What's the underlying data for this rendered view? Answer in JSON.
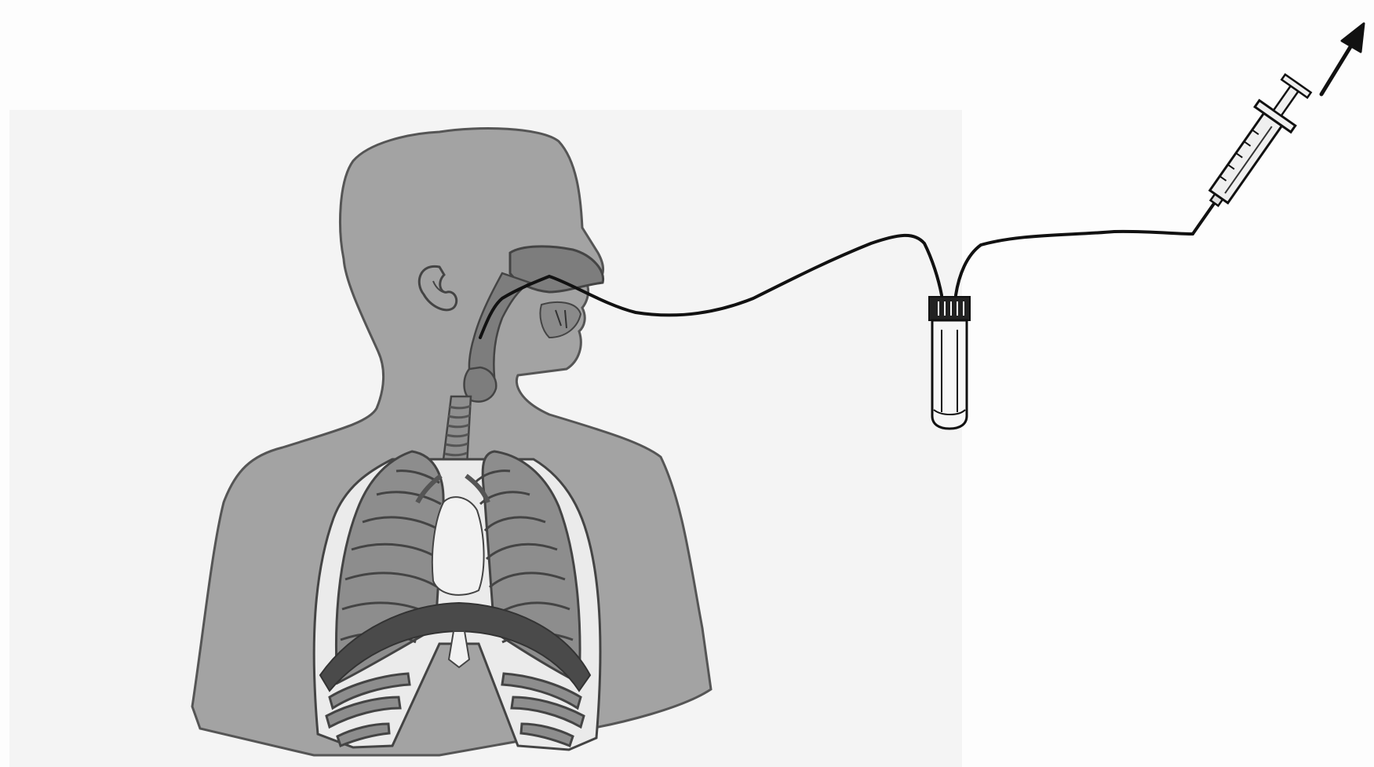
{
  "figure": {
    "background_color": "#fdfdfd",
    "panel_color": "#f4f4f4",
    "components": [
      {
        "name": "human-torso",
        "icon": "respiratory-system-illustration"
      },
      {
        "name": "suction-catheter",
        "icon": "tube-line"
      },
      {
        "name": "specimen-trap",
        "icon": "collection-vial"
      },
      {
        "name": "syringe",
        "icon": "syringe-icon"
      },
      {
        "name": "suction-direction",
        "icon": "arrow-up-right-icon"
      }
    ],
    "colors": {
      "body": "#a3a3a3",
      "outline": "#555555",
      "lung": "#8d8d8d",
      "organ_dark": "#4a4a4a",
      "tube": "#111111",
      "heart": "#f2f2f2"
    }
  }
}
